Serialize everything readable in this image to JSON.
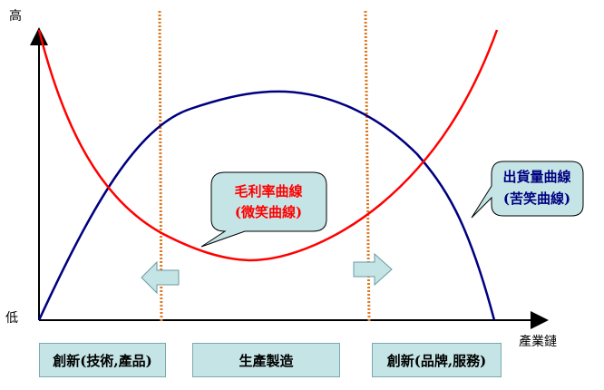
{
  "axis": {
    "y_high": "高",
    "y_low": "低",
    "x_label": "產業鏈"
  },
  "curves": {
    "profit": {
      "line1": "毛利率曲線",
      "line2": "(微笑曲線)",
      "color": "#ff0000"
    },
    "shipment": {
      "line1": "出貨量曲線",
      "line2": "(苦笑曲線)",
      "color": "#000080"
    }
  },
  "divider_color": "#e07820",
  "callout_fill": "#c5e4e6",
  "stages": [
    {
      "label": "創新(技術,產品)"
    },
    {
      "label": "生產製造"
    },
    {
      "label": "創新(品牌,服務)"
    }
  ]
}
